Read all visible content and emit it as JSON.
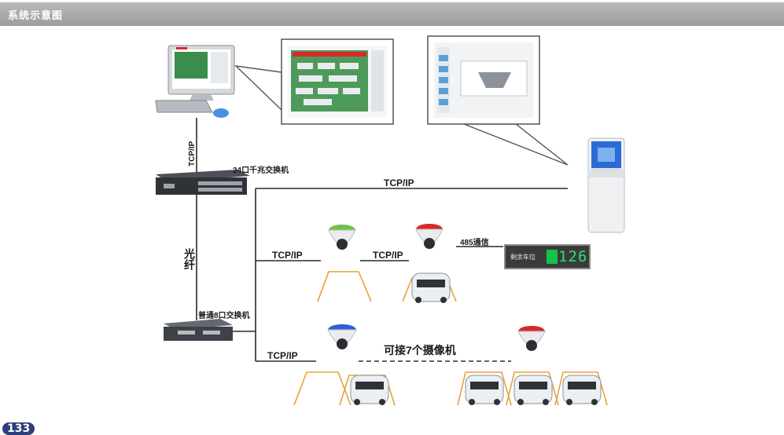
{
  "header": {
    "title": "系统示意图"
  },
  "labels": {
    "tcpip_vertical": "TCP/IP",
    "switch_24": "24口千兆交换机",
    "tcpip_top": "TCP/IP",
    "fiber": "光纤",
    "tcpip_row1_left": "TCP/IP",
    "tcpip_row1_mid": "TCP/IP",
    "rs485": "485通信",
    "switch_8": "普通8口交换机",
    "tcpip_row2_left": "TCP/IP",
    "camera_note": "可接7个摄像机"
  },
  "led_display": {
    "caption": "剩余车位",
    "count": "126"
  },
  "page_number": "133",
  "colors": {
    "line": "#2a2a2a",
    "bay": "#e8a03a",
    "dome_green": "#6ec24a",
    "dome_red": "#d9282b",
    "dome_blue": "#2f5fd8",
    "monitor_screen": "#3a8d4a",
    "kiosk_screen": "#2b6bd6"
  }
}
